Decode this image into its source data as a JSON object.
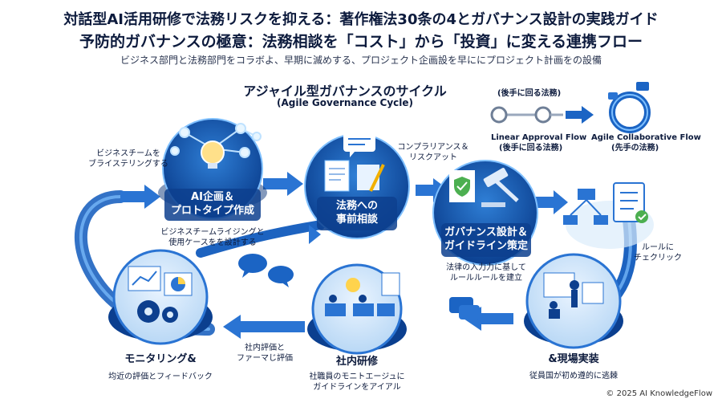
{
  "header": {
    "title": "対話型AI活用研修で法務リスクを抑える：著作権法30条の4とガバナンス設計の実践ガイド",
    "subtitle": "予防的ガバナンスの極意：法務相談を「コスト」から「投資」に変える連携フロー",
    "tagline": "ビジネス部門と法務部門をコラボよ、早期に滅めする、プロジェクト企画設を早ににプロジェクト計画をの設備"
  },
  "cycle": {
    "title_ja": "アジャイル型ガバナンスのサイクル",
    "title_en": "(Agile Governance Cycle)"
  },
  "comparison": {
    "top_label": "(後手に回る法務)",
    "linear_label": "Linear Approval Flow",
    "linear_sub": "(後手に回る法務)",
    "agile_label": "Agile Collaborative Flow",
    "agile_sub": "(先手の法務)"
  },
  "steps": {
    "ai_plan": {
      "line1": "AI企画＆",
      "line2": "プロトタイプ作成",
      "desc1": "ビジネスチームライジングと",
      "desc2": "使用ケースをを設計する"
    },
    "legal": {
      "line1": "法務への",
      "line2": "事前相談",
      "note1": "コンプラリアンス＆",
      "note2": "リスクアット"
    },
    "governance": {
      "line1": "ガバナンス設計＆",
      "line2": "ガイドライン策定",
      "desc1": "法律の入力力に基して",
      "desc2": "ルールルールを建立"
    },
    "field": {
      "line1": "&現場実装",
      "desc1": "従員国が初め遵的に逃棘"
    },
    "training": {
      "line1": "社内研修",
      "desc1": "社職員のモニトエージュに",
      "desc2": "ガイドラインをアイアル"
    },
    "monitoring": {
      "line1": "モニタリング&",
      "desc1": "均近の評価とフィードバック"
    }
  },
  "annotations": {
    "biz_team1": "ビジネスチームを",
    "biz_team2": "ブライステリングする",
    "rule1": "ルールに",
    "rule2": "チェクリック",
    "eval1": "社内評価と",
    "eval2": "ファーマじ評価"
  },
  "footer": {
    "copyright": "© 2025 AI KnowledgeFlow"
  }
}
